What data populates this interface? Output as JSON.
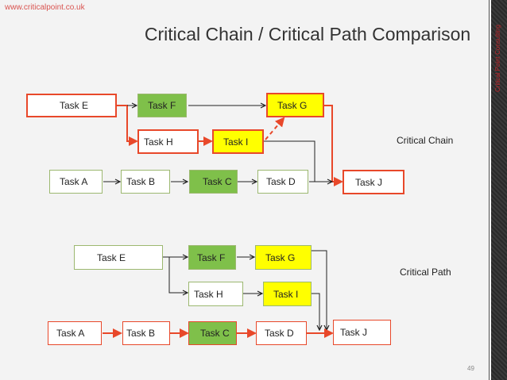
{
  "header": {
    "url": "www.criticalpoint.co.uk",
    "title": "Critical Chain / Critical Path Comparison",
    "brand": "Critical Point Consulting"
  },
  "colors": {
    "critical": "#e8482a",
    "green_fill": "#7fc04a",
    "yellow_fill": "#ffff00",
    "normal_border": "#9cb870"
  },
  "chain": {
    "label": "Critical Chain",
    "tasks": {
      "e": "Task  E",
      "f": "Task F",
      "g": "Task G",
      "h": "Task H",
      "i": "Task I",
      "a": "Task A",
      "b": "Task B",
      "c": "Task C",
      "d": "Task D",
      "j": "Task J"
    }
  },
  "path": {
    "label": "Critical Path",
    "tasks": {
      "e": "Task  E",
      "f": "Task F",
      "g": "Task G",
      "h": "Task H",
      "i": "Task I",
      "a": "Task A",
      "b": "Task  B",
      "c": "Task C",
      "d": "Task D",
      "j": "Task J"
    }
  },
  "page_number": "49"
}
